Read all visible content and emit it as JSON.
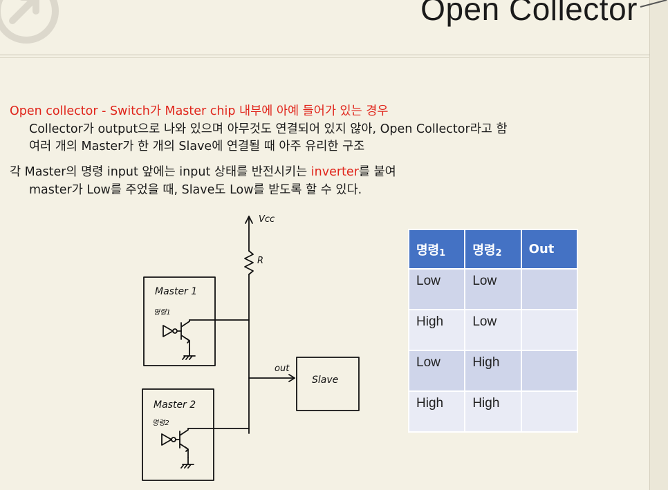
{
  "title": "Open Collector",
  "text": {
    "line1": "Open collector - Switch가 Master chip 내부에 아예 들어가 있는 경우",
    "line2": "Collector가 output으로 나와 있으며 아무것도 연결되어 있지 않아, Open Collector라고 함",
    "line3": "여러 개의 Master가 한 개의 Slave에 연결될 때 아주 유리한 구조",
    "line4_pre": "각 Master의 명령 input 앞에는 input 상태를 반전시키는 ",
    "line4_red": "inverter",
    "line4_post": "를 붙여",
    "line5": "master가 Low를 주었을 때, Slave도 Low를 받도록 할 수 있다."
  },
  "diagram": {
    "vcc_label": "Vcc",
    "resistor_label": "R",
    "master1_label": "Master 1",
    "master1_cmd": "명령1",
    "master2_label": "Master 2",
    "master2_cmd": "명령2",
    "out_label": "out",
    "slave_label": "Slave"
  },
  "table": {
    "headers": [
      {
        "base": "명령",
        "sub": "1"
      },
      {
        "base": "명령",
        "sub": "2"
      },
      {
        "base": "Out",
        "sub": ""
      }
    ],
    "rows": [
      [
        "Low",
        "Low",
        ""
      ],
      [
        "High",
        "Low",
        ""
      ],
      [
        "Low",
        "High",
        ""
      ],
      [
        "High",
        "High",
        ""
      ]
    ]
  },
  "colors": {
    "accent_red": "#e0251b",
    "table_header": "#4472c4",
    "row_odd": "#cfd5ea",
    "row_even": "#e9ebf5",
    "background": "#f4f1e4"
  }
}
